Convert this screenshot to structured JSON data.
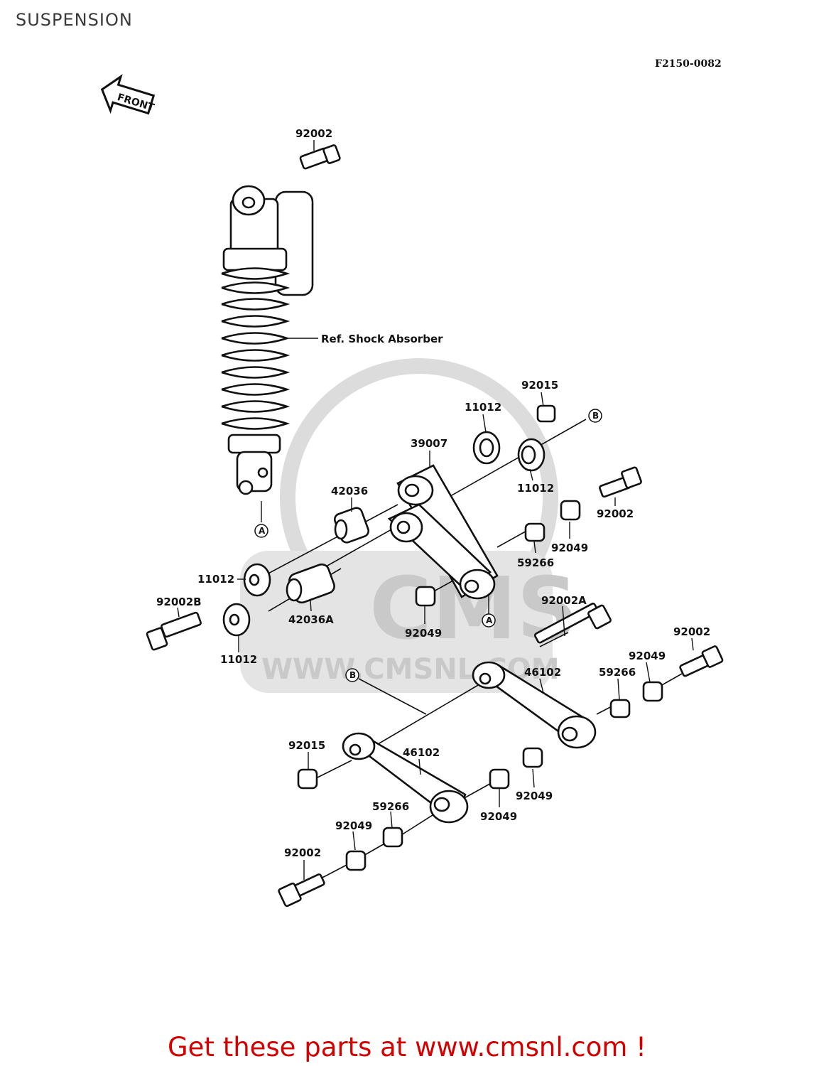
{
  "page": {
    "title": "SUSPENSION",
    "diagram_code": "F2150-0082"
  },
  "front_arrow": {
    "label": "FRONT"
  },
  "reference": {
    "shock_absorber": "Ref. Shock Absorber"
  },
  "markers": {
    "a": "A",
    "b": "B"
  },
  "watermark": {
    "brand": "CMS",
    "url": "WWW.CMSNL.COM"
  },
  "part_labels": [
    "92002",
    "92015",
    "11012",
    "39007",
    "11012",
    "92002",
    "42036",
    "92049",
    "59266",
    "11012",
    "92002B",
    "42036A",
    "92049",
    "11012",
    "92002A",
    "92002",
    "92049",
    "46102",
    "59266",
    "92015",
    "46102",
    "92049",
    "59266",
    "92049",
    "92049",
    "92002"
  ],
  "footer": {
    "text": "Get these parts at www.cmsnl.com !"
  },
  "colors": {
    "footer": "#d40000",
    "watermark": "#c9c9c9",
    "line": "#111111"
  }
}
